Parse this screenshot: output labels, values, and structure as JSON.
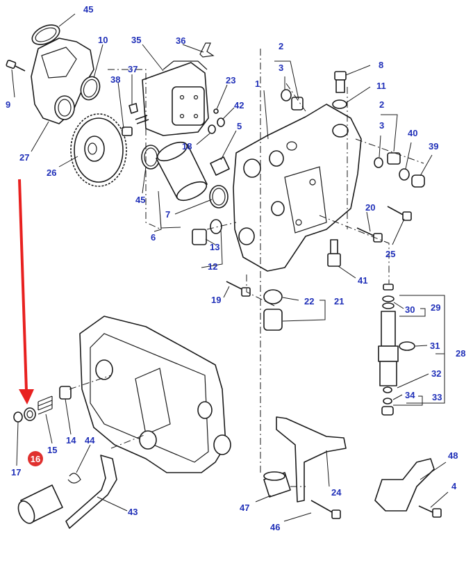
{
  "colors": {
    "callout_text": "#1f2fb8",
    "arrow": "#e8201f",
    "highlight_badge": "#e0302e",
    "line_art": "#1a1a1a"
  },
  "highlighted_part": "16",
  "callouts": {
    "c1": "1",
    "c2a": "2",
    "c2b": "2",
    "c3a": "3",
    "c3b": "3",
    "c4": "4",
    "c5": "5",
    "c6": "6",
    "c7": "7",
    "c8": "8",
    "c9": "9",
    "c10": "10",
    "c11": "11",
    "c12": "12",
    "c13": "13",
    "c14": "14",
    "c15": "15",
    "c16": "16",
    "c17": "17",
    "c18": "18",
    "c19": "19",
    "c20": "20",
    "c21": "21",
    "c22": "22",
    "c23": "23",
    "c24": "24",
    "c25": "25",
    "c26": "26",
    "c27": "27",
    "c28": "28",
    "c29": "29",
    "c30": "30",
    "c31": "31",
    "c32": "32",
    "c33": "33",
    "c34": "34",
    "c35": "35",
    "c36": "36",
    "c37": "37",
    "c38": "38",
    "c39": "39",
    "c40": "40",
    "c41": "41",
    "c42": "42",
    "c43": "43",
    "c44": "44",
    "c45a": "45",
    "c45b": "45",
    "c46": "46",
    "c47": "47",
    "c48": "48"
  }
}
